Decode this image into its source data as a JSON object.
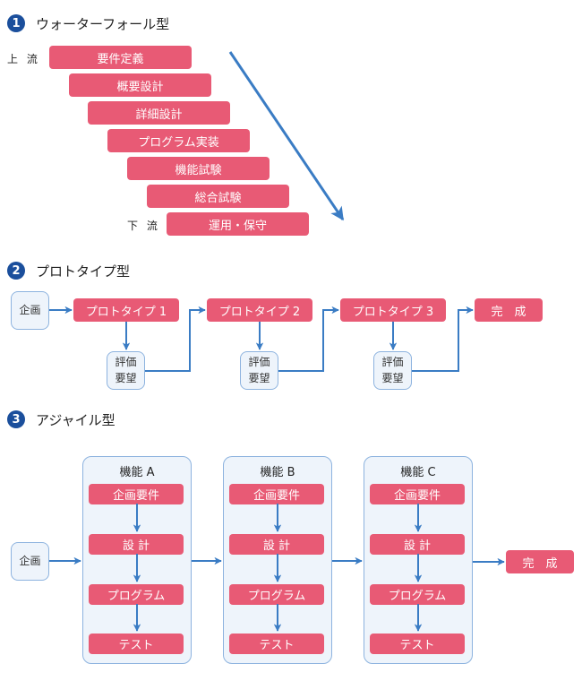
{
  "colors": {
    "accent_bar": "#E85A75",
    "arrow": "#3A7CC4",
    "badge": "#1B4F9C",
    "light_box": "#EEF4FB",
    "light_border": "#8DB3DF"
  },
  "waterfall": {
    "number": "1",
    "title": "ウォーターフォール型",
    "upstream_label": "上 流",
    "downstream_label": "下 流",
    "steps": [
      "要件定義",
      "概要設計",
      "詳細設計",
      "プログラム実装",
      "機能試験",
      "総合試験",
      "運用・保守"
    ]
  },
  "prototype": {
    "number": "2",
    "title": "プロトタイプ型",
    "start": "企画",
    "prototypes": [
      "プロトタイプ 1",
      "プロトタイプ 2",
      "プロトタイプ 3"
    ],
    "review_line1": "評価",
    "review_line2": "要望",
    "end": "完　成"
  },
  "agile": {
    "number": "3",
    "title": "アジャイル型",
    "start": "企画",
    "features": [
      {
        "title": "機能 A",
        "steps": [
          "企画要件",
          "設 計",
          "プログラム",
          "テスト"
        ]
      },
      {
        "title": "機能 B",
        "steps": [
          "企画要件",
          "設 計",
          "プログラム",
          "テスト"
        ]
      },
      {
        "title": "機能 C",
        "steps": [
          "企画要件",
          "設 計",
          "プログラム",
          "テスト"
        ]
      }
    ],
    "end": "完　成"
  }
}
